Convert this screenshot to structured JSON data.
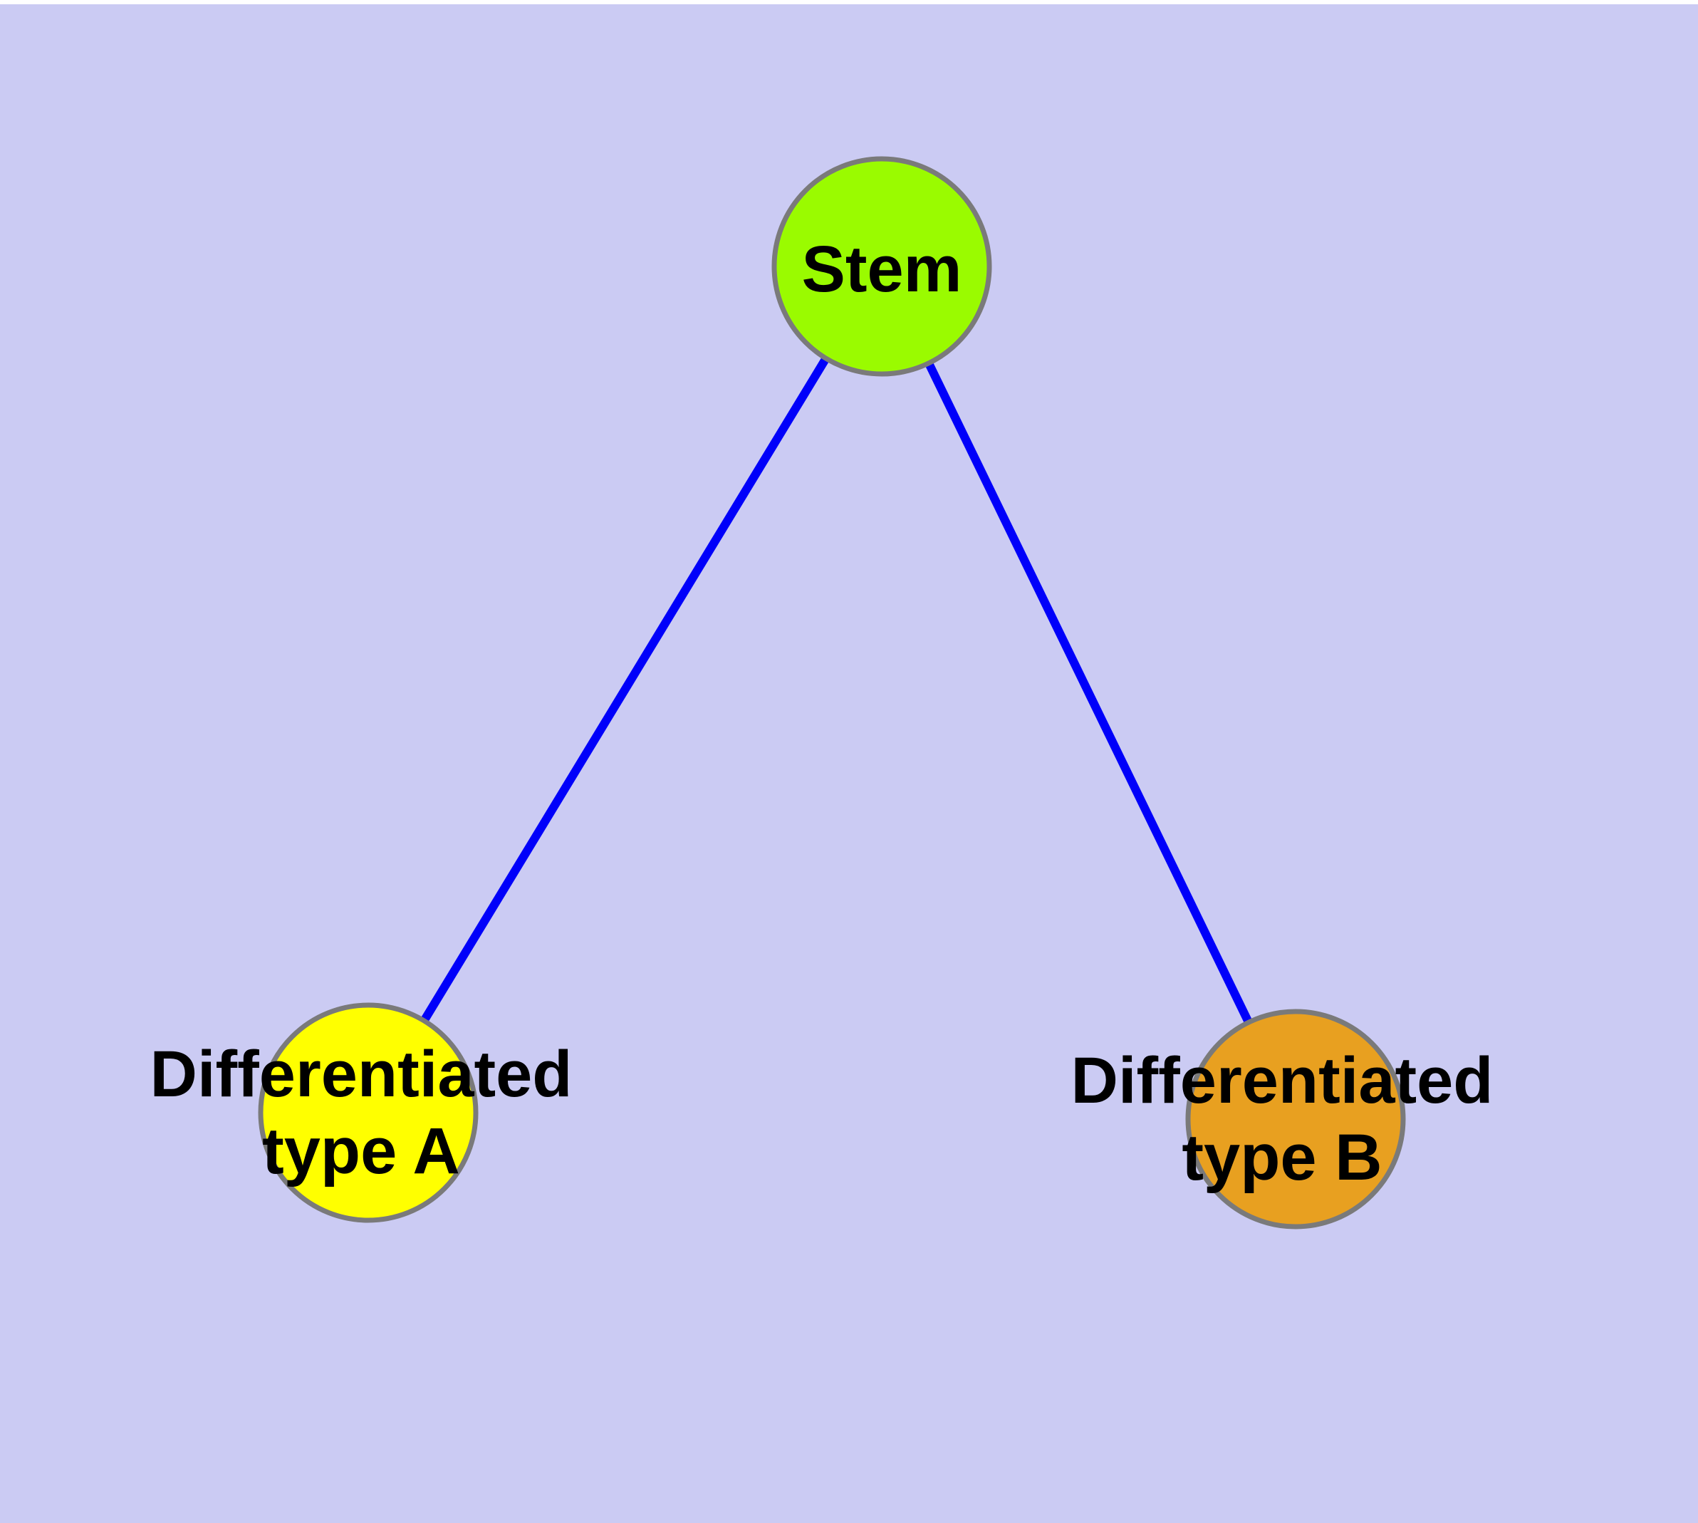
{
  "canvas": {
    "background_color": "#cbcbf3",
    "margin_color": "#ffffff"
  },
  "graph": {
    "node_border_color": "#7a7a7a",
    "edge_color": "#0000fa",
    "label_color": "#000000",
    "nodes": [
      {
        "id": "stem",
        "label": "Stem",
        "fill": "#9afb00"
      },
      {
        "id": "differentiated-type-a",
        "label_lines": [
          "Differentiated",
          "type A"
        ],
        "fill": "#ffff00"
      },
      {
        "id": "differentiated-type-b",
        "label_lines": [
          "Differentiated",
          "type B"
        ],
        "fill": "#e8a020"
      }
    ],
    "edges": [
      {
        "from": "stem",
        "to": "differentiated-type-a"
      },
      {
        "from": "stem",
        "to": "differentiated-type-b"
      }
    ]
  }
}
